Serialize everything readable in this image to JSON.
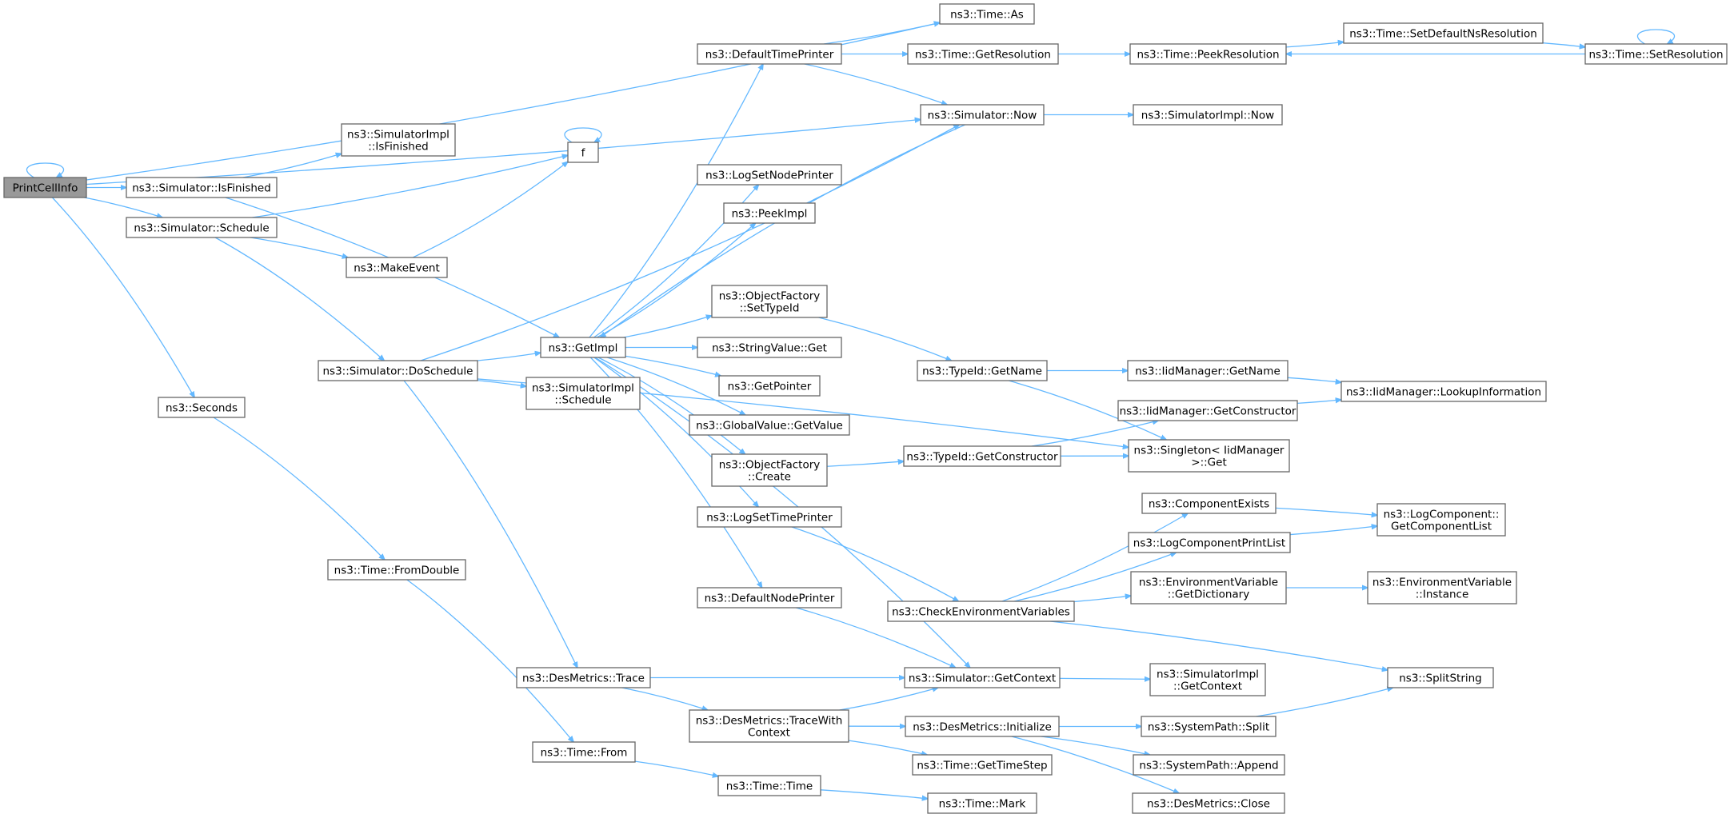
{
  "diagram": {
    "edge_color": "#63b8ff",
    "root_fill": "#999999",
    "nodes": [
      {
        "id": "printcellinfo",
        "lines": [
          "PrintCellInfo"
        ],
        "root": true
      },
      {
        "id": "time_as",
        "lines": [
          "ns3::Time::As"
        ]
      },
      {
        "id": "default_time_printer",
        "lines": [
          "ns3::DefaultTimePrinter"
        ]
      },
      {
        "id": "time_getresolution",
        "lines": [
          "ns3::Time::GetResolution"
        ]
      },
      {
        "id": "time_peekresolution",
        "lines": [
          "ns3::Time::PeekResolution"
        ]
      },
      {
        "id": "time_setdefaultnsresolution",
        "lines": [
          "ns3::Time::SetDefaultNsResolution"
        ]
      },
      {
        "id": "time_setresolution",
        "lines": [
          "ns3::Time::SetResolution"
        ]
      },
      {
        "id": "simulator_now",
        "lines": [
          "ns3::Simulator::Now"
        ]
      },
      {
        "id": "simulatorimpl_now",
        "lines": [
          "ns3::SimulatorImpl::Now"
        ]
      },
      {
        "id": "simulatorimpl_isfinished",
        "lines": [
          "ns3::SimulatorImpl",
          "::IsFinished"
        ]
      },
      {
        "id": "f",
        "lines": [
          "f"
        ]
      },
      {
        "id": "simulator_isfinished",
        "lines": [
          "ns3::Simulator::IsFinished"
        ]
      },
      {
        "id": "simulator_schedule",
        "lines": [
          "ns3::Simulator::Schedule"
        ]
      },
      {
        "id": "logsetnodeprinter",
        "lines": [
          "ns3::LogSetNodePrinter"
        ]
      },
      {
        "id": "peekimpl",
        "lines": [
          "ns3::PeekImpl"
        ]
      },
      {
        "id": "makeevent",
        "lines": [
          "ns3::MakeEvent"
        ]
      },
      {
        "id": "objectfactory_settypeid",
        "lines": [
          "ns3::ObjectFactory",
          "::SetTypeId"
        ]
      },
      {
        "id": "getimpl",
        "lines": [
          "ns3::GetImpl"
        ]
      },
      {
        "id": "stringvalue_get",
        "lines": [
          "ns3::StringValue::Get"
        ]
      },
      {
        "id": "simulator_doschedule",
        "lines": [
          "ns3::Simulator::DoSchedule"
        ]
      },
      {
        "id": "typeid_getname",
        "lines": [
          "ns3::TypeId::GetName"
        ]
      },
      {
        "id": "iidmanager_getname",
        "lines": [
          "ns3::IidManager::GetName"
        ]
      },
      {
        "id": "iidmanager_lookupinformation",
        "lines": [
          "ns3::IidManager::LookupInformation"
        ]
      },
      {
        "id": "simulatorimpl_schedule",
        "lines": [
          "ns3::SimulatorImpl",
          "::Schedule"
        ]
      },
      {
        "id": "getpointer",
        "lines": [
          "ns3::GetPointer"
        ]
      },
      {
        "id": "seconds",
        "lines": [
          "ns3::Seconds"
        ]
      },
      {
        "id": "iidmanager_getconstructor",
        "lines": [
          "ns3::IidManager::GetConstructor"
        ]
      },
      {
        "id": "globalvalue_getvalue",
        "lines": [
          "ns3::GlobalValue::GetValue"
        ]
      },
      {
        "id": "typeid_getconstructor",
        "lines": [
          "ns3::TypeId::GetConstructor"
        ]
      },
      {
        "id": "objectfactory_create",
        "lines": [
          "ns3::ObjectFactory",
          "::Create"
        ]
      },
      {
        "id": "singleton_get",
        "lines": [
          "ns3::Singleton< IidManager",
          " >::Get"
        ]
      },
      {
        "id": "componentexists",
        "lines": [
          "ns3::ComponentExists"
        ]
      },
      {
        "id": "logsettimeprinter",
        "lines": [
          "ns3::LogSetTimePrinter"
        ]
      },
      {
        "id": "logcomponent_getcomponentlist",
        "lines": [
          "ns3::LogComponent::",
          "GetComponentList"
        ]
      },
      {
        "id": "logcomponentprintlist",
        "lines": [
          "ns3::LogComponentPrintList"
        ]
      },
      {
        "id": "time_fromdouble",
        "lines": [
          "ns3::Time::FromDouble"
        ]
      },
      {
        "id": "environmentvariable_getdictionary",
        "lines": [
          "ns3::EnvironmentVariable",
          "::GetDictionary"
        ]
      },
      {
        "id": "environmentvariable_instance",
        "lines": [
          "ns3::EnvironmentVariable",
          "::Instance"
        ]
      },
      {
        "id": "defaultnodeprinter",
        "lines": [
          "ns3::DefaultNodePrinter"
        ]
      },
      {
        "id": "checkenvironmentvariables",
        "lines": [
          "ns3::CheckEnvironmentVariables"
        ]
      },
      {
        "id": "desmetrics_trace",
        "lines": [
          "ns3::DesMetrics::Trace"
        ]
      },
      {
        "id": "simulator_getcontext",
        "lines": [
          "ns3::Simulator::GetContext"
        ]
      },
      {
        "id": "simulatorimpl_getcontext",
        "lines": [
          "ns3::SimulatorImpl",
          "::GetContext"
        ]
      },
      {
        "id": "splitstring",
        "lines": [
          "ns3::SplitString"
        ]
      },
      {
        "id": "desmetrics_tracewithcontext",
        "lines": [
          "ns3::DesMetrics::TraceWith",
          "Context"
        ]
      },
      {
        "id": "desmetrics_initialize",
        "lines": [
          "ns3::DesMetrics::Initialize"
        ]
      },
      {
        "id": "systempath_split",
        "lines": [
          "ns3::SystemPath::Split"
        ]
      },
      {
        "id": "time_from",
        "lines": [
          "ns3::Time::From"
        ]
      },
      {
        "id": "time_gettimestep",
        "lines": [
          "ns3::Time::GetTimeStep"
        ]
      },
      {
        "id": "systempath_append",
        "lines": [
          "ns3::SystemPath::Append"
        ]
      },
      {
        "id": "time_time",
        "lines": [
          "ns3::Time::Time"
        ]
      },
      {
        "id": "time_mark",
        "lines": [
          "ns3::Time::Mark"
        ]
      },
      {
        "id": "desmetrics_close",
        "lines": [
          "ns3::DesMetrics::Close"
        ]
      }
    ],
    "edges": [
      [
        "printcellinfo",
        "printcellinfo"
      ],
      [
        "printcellinfo",
        "time_as"
      ],
      [
        "printcellinfo",
        "simulator_now"
      ],
      [
        "printcellinfo",
        "simulator_isfinished"
      ],
      [
        "printcellinfo",
        "simulator_schedule"
      ],
      [
        "printcellinfo",
        "seconds"
      ],
      [
        "simulator_isfinished",
        "simulatorimpl_isfinished"
      ],
      [
        "simulator_isfinished",
        "getimpl"
      ],
      [
        "simulator_schedule",
        "f"
      ],
      [
        "simulator_schedule",
        "makeevent"
      ],
      [
        "simulator_schedule",
        "simulator_doschedule"
      ],
      [
        "makeevent",
        "f"
      ],
      [
        "f",
        "f"
      ],
      [
        "seconds",
        "time_fromdouble"
      ],
      [
        "time_fromdouble",
        "time_from"
      ],
      [
        "time_from",
        "time_time"
      ],
      [
        "time_time",
        "time_mark"
      ],
      [
        "simulator_doschedule",
        "simulator_now"
      ],
      [
        "simulator_doschedule",
        "getimpl"
      ],
      [
        "simulator_doschedule",
        "simulatorimpl_schedule"
      ],
      [
        "simulator_doschedule",
        "singleton_get"
      ],
      [
        "simulator_doschedule",
        "desmetrics_trace"
      ],
      [
        "getimpl",
        "default_time_printer"
      ],
      [
        "getimpl",
        "logsetnodeprinter"
      ],
      [
        "getimpl",
        "peekimpl"
      ],
      [
        "getimpl",
        "objectfactory_settypeid"
      ],
      [
        "getimpl",
        "stringvalue_get"
      ],
      [
        "getimpl",
        "getpointer"
      ],
      [
        "getimpl",
        "globalvalue_getvalue"
      ],
      [
        "getimpl",
        "objectfactory_create"
      ],
      [
        "getimpl",
        "logsettimeprinter"
      ],
      [
        "getimpl",
        "defaultnodeprinter"
      ],
      [
        "getimpl",
        "simulator_getcontext"
      ],
      [
        "simulator_now",
        "simulatorimpl_now"
      ],
      [
        "simulator_now",
        "getimpl"
      ],
      [
        "default_time_printer",
        "time_as"
      ],
      [
        "default_time_printer",
        "time_getresolution"
      ],
      [
        "default_time_printer",
        "simulator_now"
      ],
      [
        "time_getresolution",
        "time_peekresolution"
      ],
      [
        "time_peekresolution",
        "time_setdefaultnsresolution"
      ],
      [
        "time_setdefaultnsresolution",
        "time_setresolution"
      ],
      [
        "time_setresolution",
        "time_setresolution"
      ],
      [
        "time_setresolution",
        "time_peekresolution"
      ],
      [
        "objectfactory_settypeid",
        "typeid_getname"
      ],
      [
        "typeid_getname",
        "iidmanager_getname"
      ],
      [
        "typeid_getname",
        "singleton_get"
      ],
      [
        "iidmanager_getname",
        "iidmanager_lookupinformation"
      ],
      [
        "iidmanager_getconstructor",
        "iidmanager_lookupinformation"
      ],
      [
        "objectfactory_create",
        "typeid_getconstructor"
      ],
      [
        "typeid_getconstructor",
        "iidmanager_getconstructor"
      ],
      [
        "typeid_getconstructor",
        "singleton_get"
      ],
      [
        "logsettimeprinter",
        "checkenvironmentvariables"
      ],
      [
        "defaultnodeprinter",
        "simulator_getcontext"
      ],
      [
        "checkenvironmentvariables",
        "componentexists"
      ],
      [
        "checkenvironmentvariables",
        "logcomponentprintlist"
      ],
      [
        "checkenvironmentvariables",
        "environmentvariable_getdictionary"
      ],
      [
        "checkenvironmentvariables",
        "splitstring"
      ],
      [
        "componentexists",
        "logcomponent_getcomponentlist"
      ],
      [
        "logcomponentprintlist",
        "logcomponent_getcomponentlist"
      ],
      [
        "environmentvariable_getdictionary",
        "environmentvariable_instance"
      ],
      [
        "desmetrics_trace",
        "simulator_getcontext"
      ],
      [
        "desmetrics_trace",
        "desmetrics_tracewithcontext"
      ],
      [
        "desmetrics_tracewithcontext",
        "simulator_getcontext"
      ],
      [
        "desmetrics_tracewithcontext",
        "desmetrics_initialize"
      ],
      [
        "desmetrics_tracewithcontext",
        "time_gettimestep"
      ],
      [
        "simulator_getcontext",
        "simulatorimpl_getcontext"
      ],
      [
        "desmetrics_initialize",
        "systempath_split"
      ],
      [
        "desmetrics_initialize",
        "systempath_append"
      ],
      [
        "desmetrics_initialize",
        "desmetrics_close"
      ],
      [
        "systempath_split",
        "splitstring"
      ]
    ]
  }
}
